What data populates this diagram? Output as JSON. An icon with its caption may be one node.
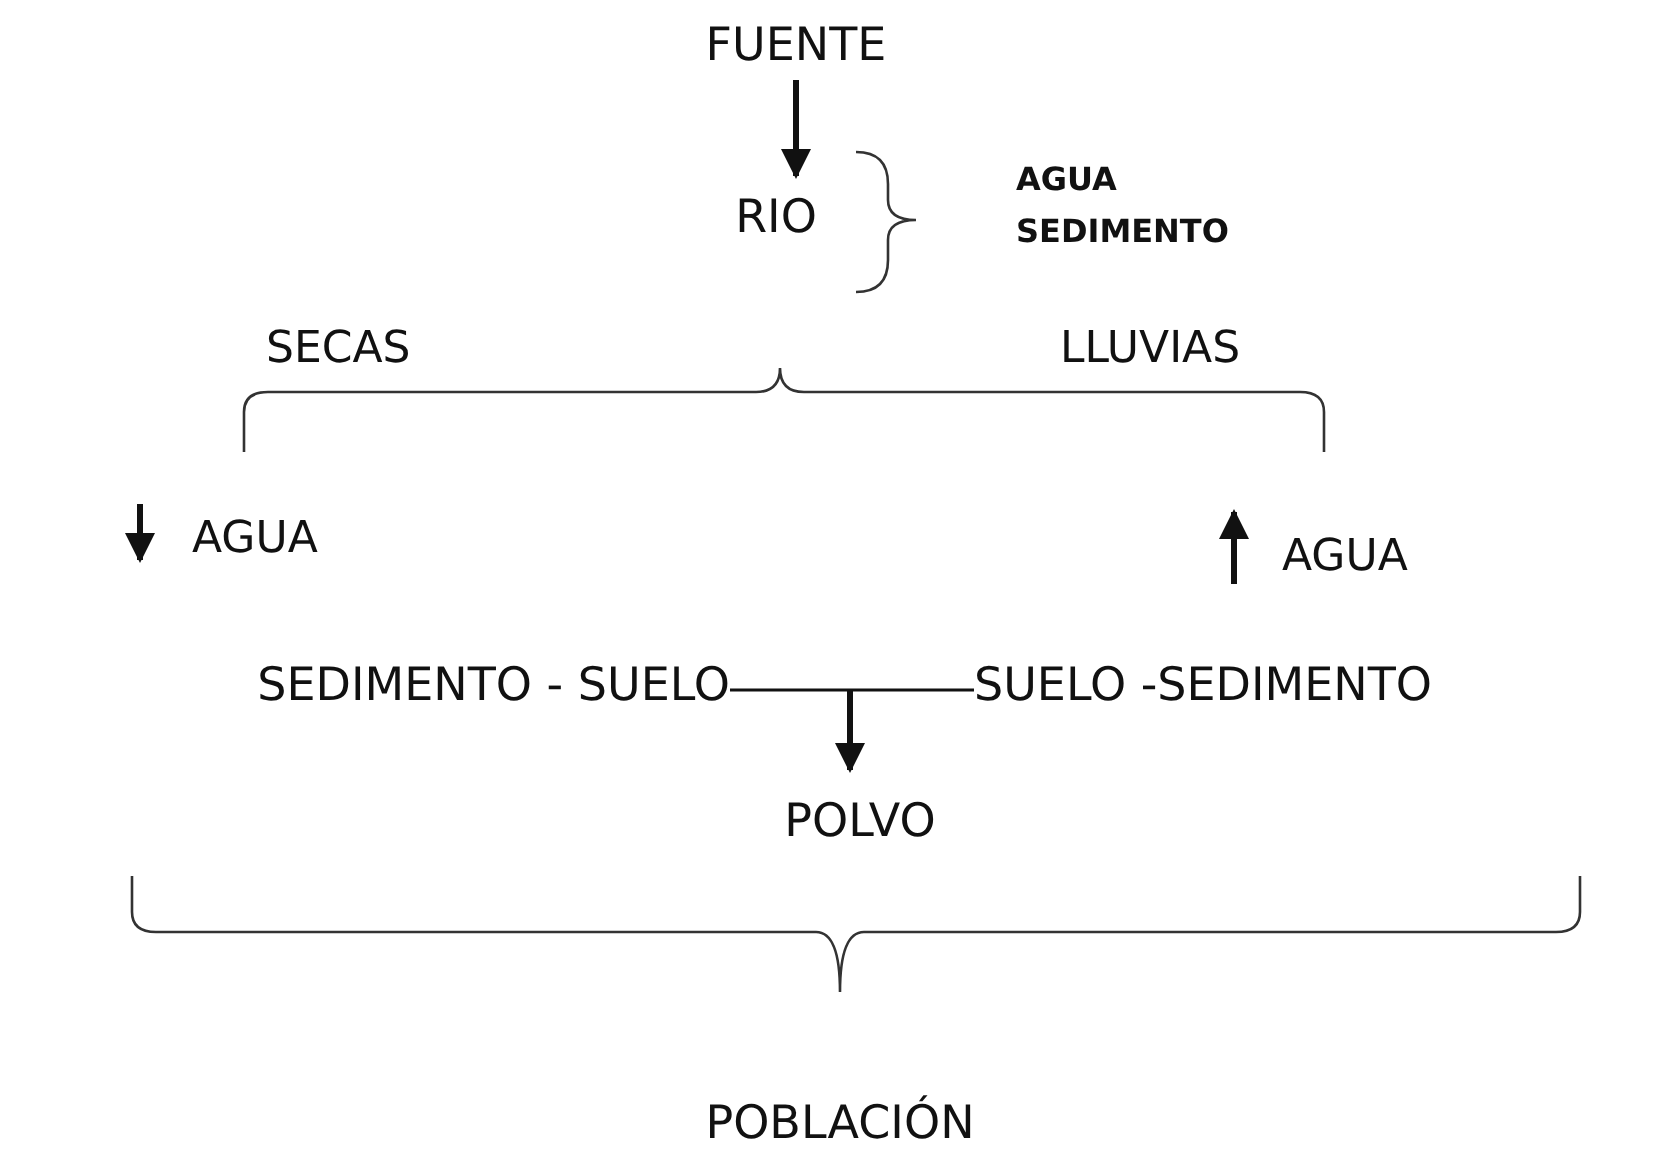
{
  "diagram": {
    "nodes": [
      {
        "text": [
          "FUENTE"
        ]
      },
      {
        "text": [
          "RIO"
        ]
      },
      {
        "text": [
          "SEDIMENTO - SUELO"
        ]
      },
      {
        "text": [
          "SUELO -SEDIMENTO"
        ]
      },
      {
        "text": [
          "POLVO"
        ]
      },
      {
        "text": [
          "POBLACIÓN"
        ]
      }
    ],
    "edges": [
      {
        "from": 0,
        "to": 1,
        "arrow": "to"
      },
      {
        "from": 2,
        "to": 3,
        "arrow": "none"
      },
      {
        "from": null,
        "to": 4,
        "arrow": "to"
      }
    ],
    "labels": [
      "AGUA",
      "SEDIMENTO",
      "SECAS",
      "LLUVIAS",
      "AGUA",
      "AGUA"
    ]
  }
}
